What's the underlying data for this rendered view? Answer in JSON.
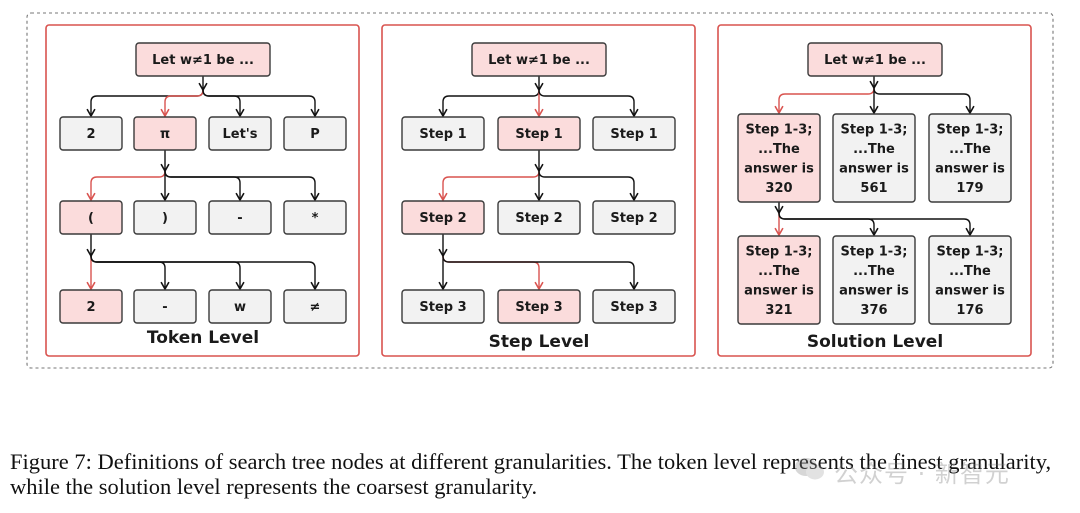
{
  "token_panel": {
    "title": "Token Level",
    "root": "Let w≠1 be ...",
    "level1": [
      "2",
      "π",
      "Let's",
      "P"
    ],
    "level2": [
      "(",
      ")",
      "-",
      "*"
    ],
    "level3": [
      "2",
      "-",
      "w",
      "≠"
    ]
  },
  "step_panel": {
    "title": "Step Level",
    "root": "Let w≠1 be ...",
    "level1": [
      "Step 1",
      "Step 1",
      "Step 1"
    ],
    "level2": [
      "Step 2",
      "Step 2",
      "Step 2"
    ],
    "level3": [
      "Step 3",
      "Step 3",
      "Step 3"
    ]
  },
  "solution_panel": {
    "title": "Solution Level",
    "root": "Let w≠1 be ...",
    "level1": [
      [
        "Step 1-3;",
        "...The",
        "answer is",
        "320"
      ],
      [
        "Step 1-3;",
        "...The",
        "answer is",
        "561"
      ],
      [
        "Step 1-3;",
        "...The",
        "answer is",
        "179"
      ]
    ],
    "level2": [
      [
        "Step 1-3;",
        "...The",
        "answer is",
        "321"
      ],
      [
        "Step 1-3;",
        "...The",
        "answer is",
        "376"
      ],
      [
        "Step 1-3;",
        "...The",
        "answer is",
        "176"
      ]
    ]
  },
  "caption": "Figure 7: Definitions of search tree nodes at different granularities. The token level represents the finest granularity, while the solution level represents the coarsest granularity.",
  "watermark": "公众号 · 新智元",
  "colors": {
    "highlight_fill": "#fbdcdc",
    "plain_fill": "#f2f2f2",
    "panel_border": "#d9534f",
    "highlight_arrow": "#d9534f",
    "arrow": "#111111"
  }
}
